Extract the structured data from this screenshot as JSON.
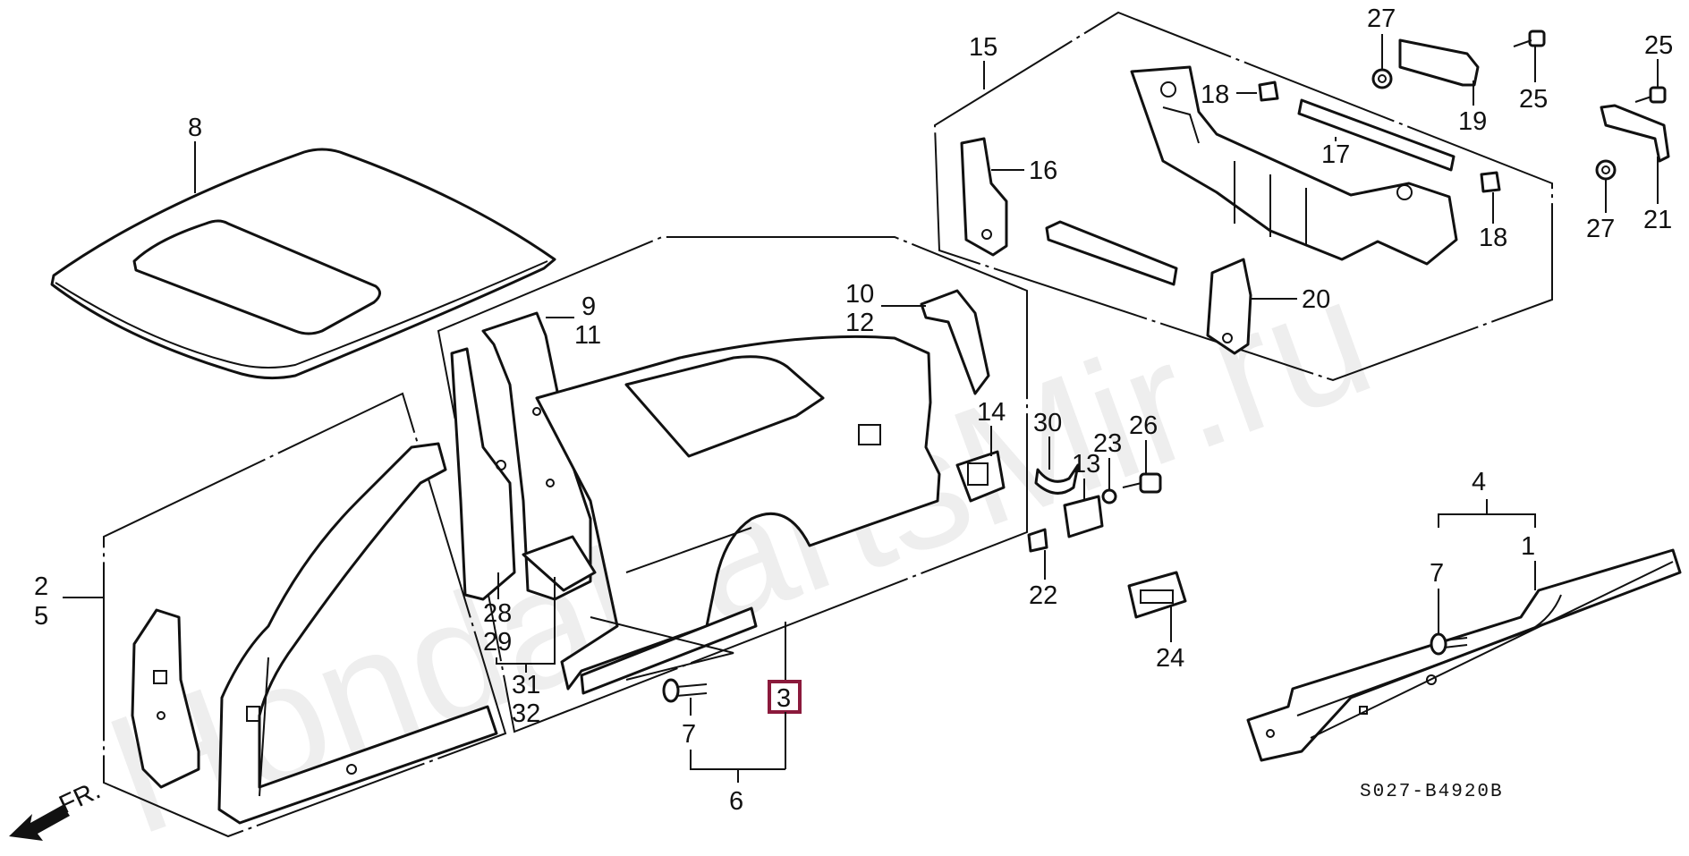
{
  "diagram": {
    "title": "Outer Panel / Rear Panel parts diagram",
    "diagram_code": "S027-B4920B",
    "direction_marker": "FR.",
    "watermark": "HondaPartsMir.ru",
    "highlighted_callout": "3",
    "highlight_color": "#8b1a3c",
    "callouts": {
      "c1": "1",
      "c2": "2",
      "c3": "3",
      "c4": "4",
      "c5": "5",
      "c6": "6",
      "c7a": "7",
      "c7b": "7",
      "c8": "8",
      "c9": "9",
      "c10": "10",
      "c11": "11",
      "c12": "12",
      "c13": "13",
      "c14": "14",
      "c15": "15",
      "c16": "16",
      "c17": "17",
      "c18a": "18",
      "c18b": "18",
      "c19": "19",
      "c20": "20",
      "c21": "21",
      "c22": "22",
      "c23": "23",
      "c24": "24",
      "c25a": "25",
      "c25b": "25",
      "c26": "26",
      "c27a": "27",
      "c27b": "27",
      "c28": "28",
      "c29": "29",
      "c30": "30",
      "c31": "31",
      "c32": "32"
    },
    "parts": [
      {
        "id": "roof-panel",
        "callout": "8"
      },
      {
        "id": "front-pillar-outer-panel",
        "callouts": [
          "2",
          "5"
        ]
      },
      {
        "id": "rear-outer-panel",
        "callout": "3"
      },
      {
        "id": "rear-panel-assembly",
        "callout": "15"
      },
      {
        "id": "side-sill-panel",
        "callouts": [
          "4",
          "1",
          "7"
        ]
      }
    ]
  }
}
